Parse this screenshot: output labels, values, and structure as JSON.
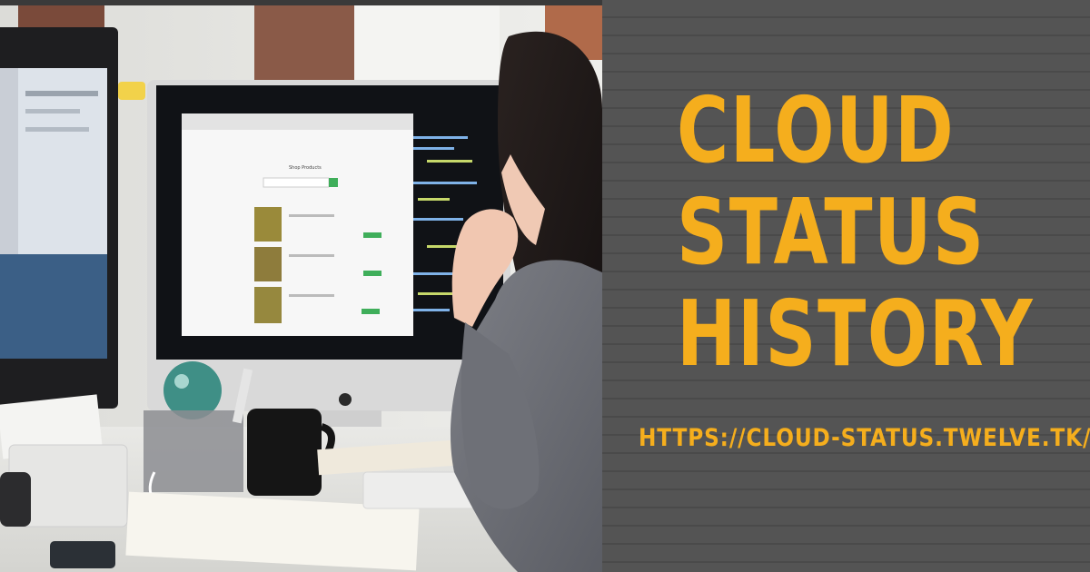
{
  "banner": {
    "title_lines": [
      "CLOUD",
      "STATUS",
      "HISTORY"
    ],
    "url_text": "HTTPS://CLOUD-STATUS.TWELVE.TK/"
  },
  "photo": {
    "subject": "office-workstation",
    "screen_heading": "Shop Products"
  },
  "colors": {
    "panel_background": "#555555",
    "panel_lines": "#4a4a4a",
    "accent_text": "#f5ae1d"
  }
}
